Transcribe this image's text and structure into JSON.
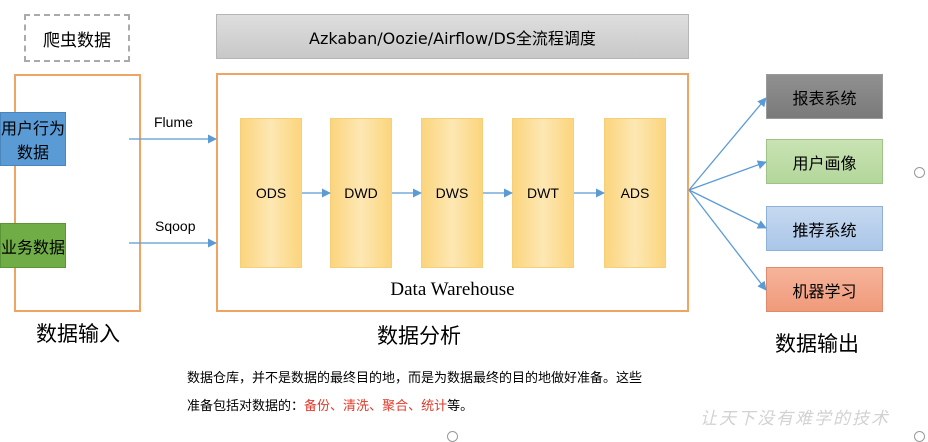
{
  "crawler": "爬虫数据",
  "scheduler": "Azkaban/Oozie/Airflow/DS全流程调度",
  "inputs": {
    "user_behavior": [
      "用户行为",
      "数据"
    ],
    "business": "业务数据",
    "flume": "Flume",
    "sqoop": "Sqoop",
    "caption": "数据输入"
  },
  "warehouse": {
    "layers": [
      "ODS",
      "DWD",
      "DWS",
      "DWT",
      "ADS"
    ],
    "label": "Data Warehouse",
    "caption": "数据分析"
  },
  "outputs": {
    "items": [
      "报表系统",
      "用户画像",
      "推荐系统",
      "机器学习"
    ],
    "caption": "数据输出"
  },
  "note": {
    "line1": "数据仓库，并不是数据的最终目的地，而是为数据最终的目的地做好准备。这些",
    "line2_prefix": "准备包括对数据的：",
    "highlights": [
      "备份",
      "、",
      "清洗",
      "、",
      "聚合",
      "、",
      "统计"
    ],
    "line2_suffix": "等。"
  },
  "watermark": "让天下没有难学的技术",
  "colors": {
    "frame_orange": "#f0a463",
    "layer_yellow": "#fbd57d",
    "user_blue": "#5b9bd5",
    "biz_green": "#70ad47",
    "arrow_blue": "#5b9bd5",
    "highlight_red": "#e03a2a"
  }
}
